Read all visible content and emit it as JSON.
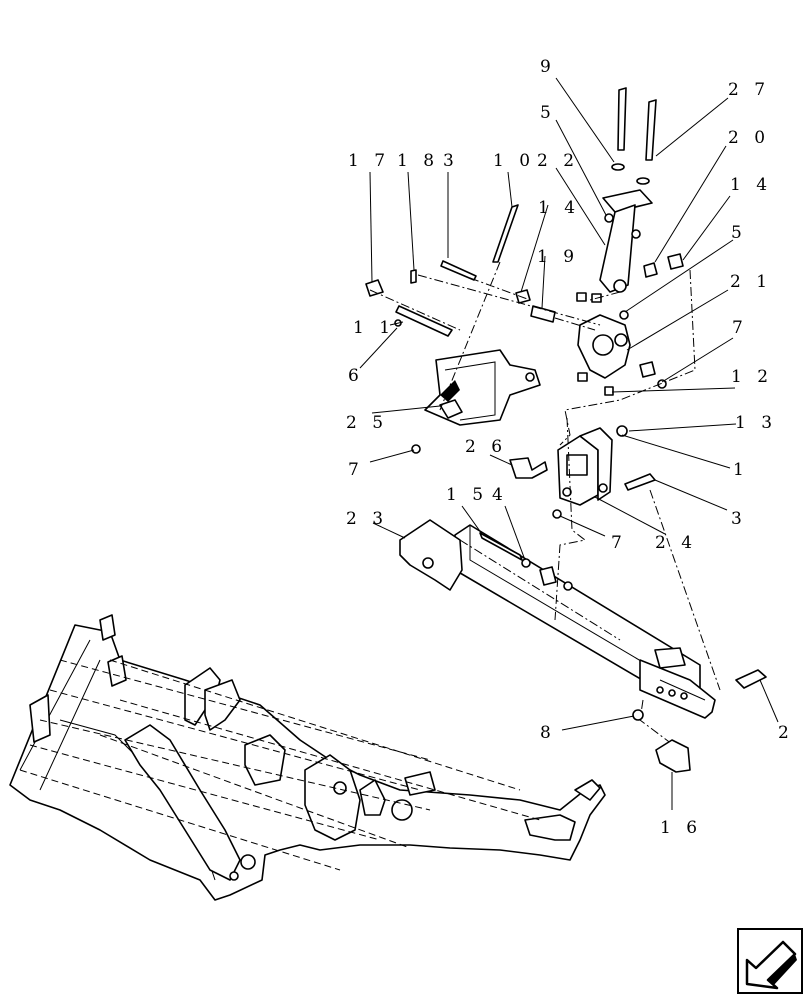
{
  "labels": [
    {
      "id": "9",
      "text": "9"
    },
    {
      "id": "27",
      "text": "2 7"
    },
    {
      "id": "5a",
      "text": "5"
    },
    {
      "id": "20",
      "text": "2 0"
    },
    {
      "id": "17",
      "text": "1 7"
    },
    {
      "id": "18",
      "text": "1 8"
    },
    {
      "id": "3a",
      "text": "3"
    },
    {
      "id": "10",
      "text": "1 0"
    },
    {
      "id": "22",
      "text": "2 2"
    },
    {
      "id": "14a",
      "text": "1 4"
    },
    {
      "id": "14b",
      "text": "1 4"
    },
    {
      "id": "5b",
      "text": "5"
    },
    {
      "id": "19",
      "text": "1 9"
    },
    {
      "id": "21",
      "text": "2 1"
    },
    {
      "id": "11",
      "text": "1 1"
    },
    {
      "id": "7a",
      "text": "7"
    },
    {
      "id": "6",
      "text": "6"
    },
    {
      "id": "12",
      "text": "1 2"
    },
    {
      "id": "25",
      "text": "2 5"
    },
    {
      "id": "13",
      "text": "1 3"
    },
    {
      "id": "26",
      "text": "2 6"
    },
    {
      "id": "1",
      "text": "1"
    },
    {
      "id": "7b",
      "text": "7"
    },
    {
      "id": "15",
      "text": "1 5"
    },
    {
      "id": "4",
      "text": "4"
    },
    {
      "id": "23",
      "text": "2 3"
    },
    {
      "id": "3b",
      "text": "3"
    },
    {
      "id": "7c",
      "text": "7"
    },
    {
      "id": "24",
      "text": "2 4"
    },
    {
      "id": "8",
      "text": "8"
    },
    {
      "id": "2",
      "text": "2"
    },
    {
      "id": "16",
      "text": "1 6"
    }
  ],
  "navigation": {
    "icon": "arrow-down-left-icon"
  }
}
